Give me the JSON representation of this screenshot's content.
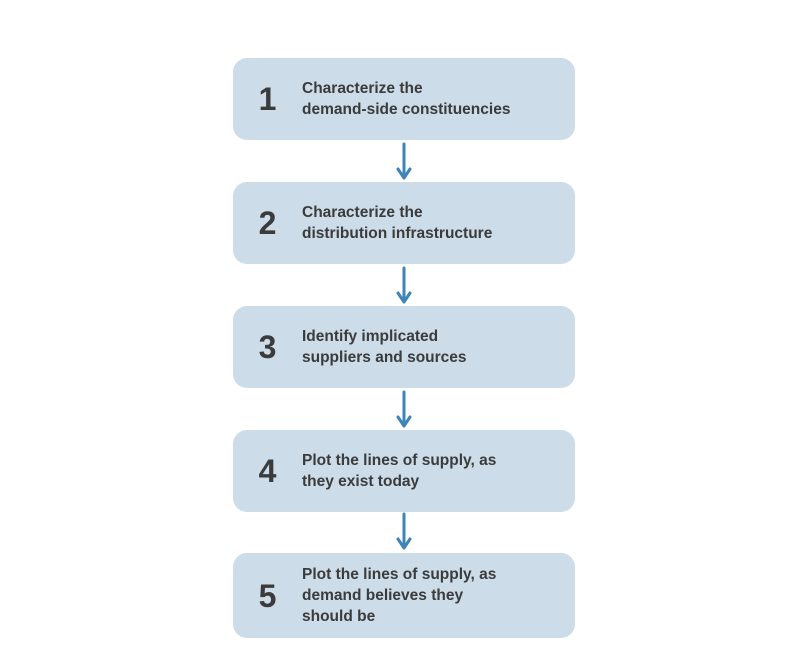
{
  "theme": {
    "background": "#ffffff",
    "box_fill": "#ccdce8",
    "text_color": "#3b3b3b",
    "arrow_color": "#3d85b7"
  },
  "flowchart": {
    "steps": [
      {
        "number": "1",
        "label": "Characterize the\ndemand-side constituencies"
      },
      {
        "number": "2",
        "label": "Characterize the\ndistribution infrastructure"
      },
      {
        "number": "3",
        "label": "Identify implicated\nsuppliers and sources"
      },
      {
        "number": "4",
        "label": "Plot the lines of supply, as\nthey exist today"
      },
      {
        "number": "5",
        "label": "Plot the lines of supply, as\ndemand believes they\nshould be"
      }
    ]
  }
}
